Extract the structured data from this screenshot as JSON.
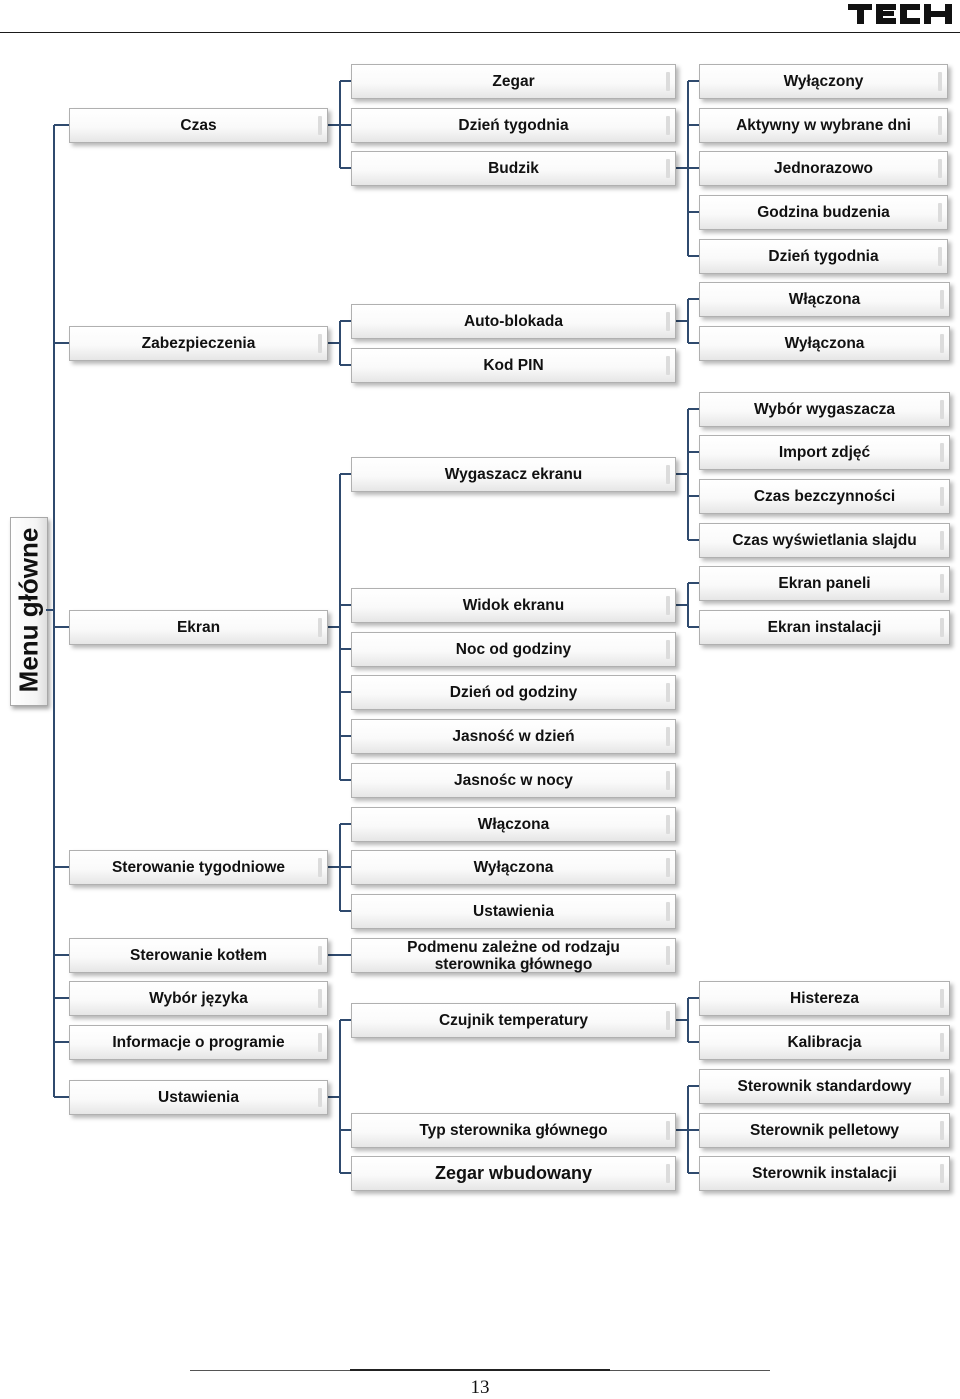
{
  "logo": "TECH",
  "title": "Menu główne",
  "page_number": "13",
  "level1": {
    "czas": "Czas",
    "zabezpieczenia": "Zabezpieczenia",
    "ekran": "Ekran",
    "sterowanie_tygodniowe": "Sterowanie tygodniowe",
    "sterowanie_kotlem": "Sterowanie kotłem",
    "wybor_jezyka": "Wybór języka",
    "informacje": "Informacje o programie",
    "ustawienia": "Ustawienia"
  },
  "level2": {
    "zegar": "Zegar",
    "dzien_tygodnia": "Dzień tygodnia",
    "budzik": "Budzik",
    "auto_blokada": "Auto-blokada",
    "kod_pin": "Kod PIN",
    "wygaszacz": "Wygaszacz ekranu",
    "widok": "Widok ekranu",
    "noc_od": "Noc od godziny",
    "dzien_od": "Dzień od godziny",
    "jasnosc_dzien": "Jasność w dzień",
    "jasnosc_noc": "Jasnośc w nocy",
    "st_wlaczona": "Włączona",
    "st_wylaczona": "Wyłączona",
    "st_ustawienia": "Ustawienia",
    "podmenu": "Podmenu zależne od rodzaju sterownika głównego",
    "czujnik": "Czujnik temperatury",
    "typ_sterownika": "Typ sterownika głównego",
    "zegar_wbudowany": "Zegar wbudowany"
  },
  "level3": {
    "wylaczony": "Wyłączony",
    "aktywny": "Aktywny w wybrane dni",
    "jednorazowo": "Jednorazowo",
    "godzina_budzenia": "Godzina budzenia",
    "dzien_tygodnia": "Dzień tygodnia",
    "wlaczona": "Włączona",
    "wylaczona": "Wyłączona",
    "wybor_wygaszacza": "Wybór wygaszacza",
    "import_zdjec": "Import zdjęć",
    "czas_bezczynnosci": "Czas bezczynności",
    "czas_slajdu": "Czas wyświetlania slajdu",
    "ekran_paneli": "Ekran paneli",
    "ekran_instalacji": "Ekran instalacji",
    "histereza": "Histereza",
    "kalibracja": "Kalibracja",
    "sterownik_standardowy": "Sterownik standardowy",
    "sterownik_pelletowy": "Sterownik pelletowy",
    "sterownik_instalacji": "Sterownik instalacji"
  }
}
